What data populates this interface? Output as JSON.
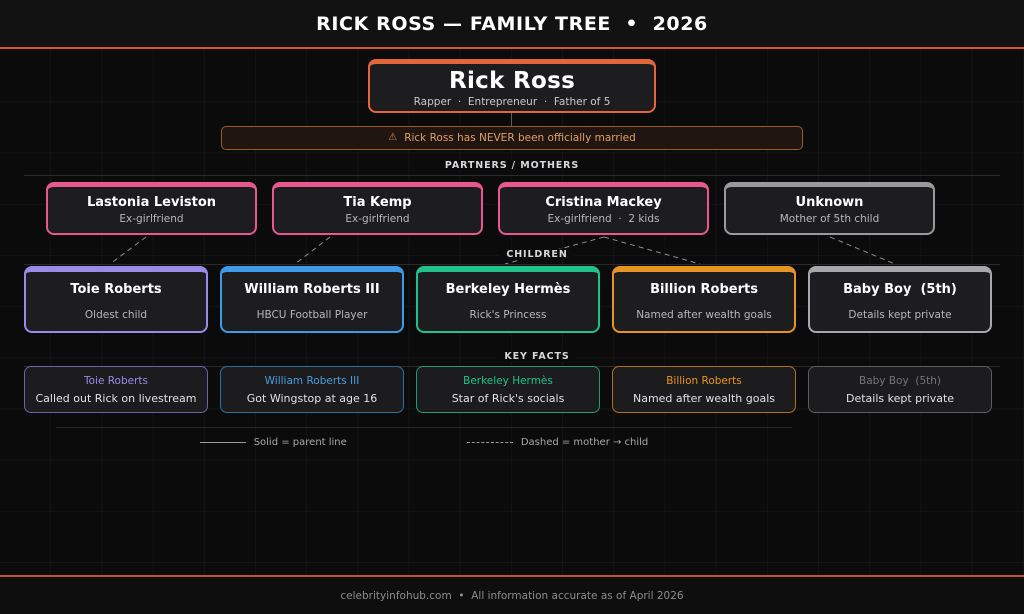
{
  "header": {
    "title": "RICK ROSS — FAMILY TREE  •  2026"
  },
  "root": {
    "name": "Rick Ross",
    "subtitle": "Rapper  ·  Entrepreneur  ·  Father of 5"
  },
  "notice": {
    "icon": "warning-icon",
    "glyph": "⚠",
    "text": "Rick Ross has NEVER been officially married"
  },
  "sections": {
    "partners_label": "PARTNERS / MOTHERS",
    "children_label": "CHILDREN",
    "keyfacts_label": "KEY FACTS"
  },
  "partners": [
    {
      "name": "Lastonia Leviston",
      "role": "Ex-girlfriend",
      "color": "#e8588f"
    },
    {
      "name": "Tia Kemp",
      "role": "Ex-girlfriend",
      "color": "#e8588f"
    },
    {
      "name": "Cristina Mackey",
      "role": "Ex-girlfriend  ·  2 kids",
      "color": "#e8588f"
    },
    {
      "name": "Unknown",
      "role": "Mother of 5th child",
      "color": "#9a9a9e"
    }
  ],
  "children": [
    {
      "name": "Toie Roberts",
      "note": "Oldest child",
      "color": "#9b8ae6"
    },
    {
      "name": "William Roberts III",
      "note": "HBCU Football Player",
      "color": "#3d9be9"
    },
    {
      "name": "Berkeley Hermès",
      "note": "Rick's Princess",
      "color": "#21c28a"
    },
    {
      "name": "Billion Roberts",
      "note": "Named after wealth goals",
      "color": "#e79321"
    },
    {
      "name": "Baby Boy  (5th)",
      "note": "Details kept private",
      "color": "#a8a8ac"
    }
  ],
  "key_facts": [
    {
      "name": "Toie Roberts",
      "fact": "Called out Rick on livestream",
      "color": "#9b8ae6"
    },
    {
      "name": "William Roberts III",
      "fact": "Got Wingstop at age 16",
      "color": "#3d9be9"
    },
    {
      "name": "Berkeley Hermès",
      "fact": "Star of Rick's socials",
      "color": "#21c28a"
    },
    {
      "name": "Billion Roberts",
      "fact": "Named after wealth goals",
      "color": "#e79321"
    },
    {
      "name": "Baby Boy  (5th)",
      "fact": "Details kept private",
      "color": "#8b8b8f"
    }
  ],
  "legend": [
    {
      "style": "solid",
      "text": "Solid = parent line"
    },
    {
      "style": "dashed",
      "text": "Dashed = mother → child"
    }
  ],
  "footer": {
    "text": "celebrityinfohub.com  •  All information accurate as of April 2026"
  },
  "colors": {
    "accent": "#d4592f",
    "background": "#0b0b0c",
    "card_surface": "#1d1d1f",
    "notice_border": "#9c5a2c",
    "notice_text": "#e0a06a"
  }
}
